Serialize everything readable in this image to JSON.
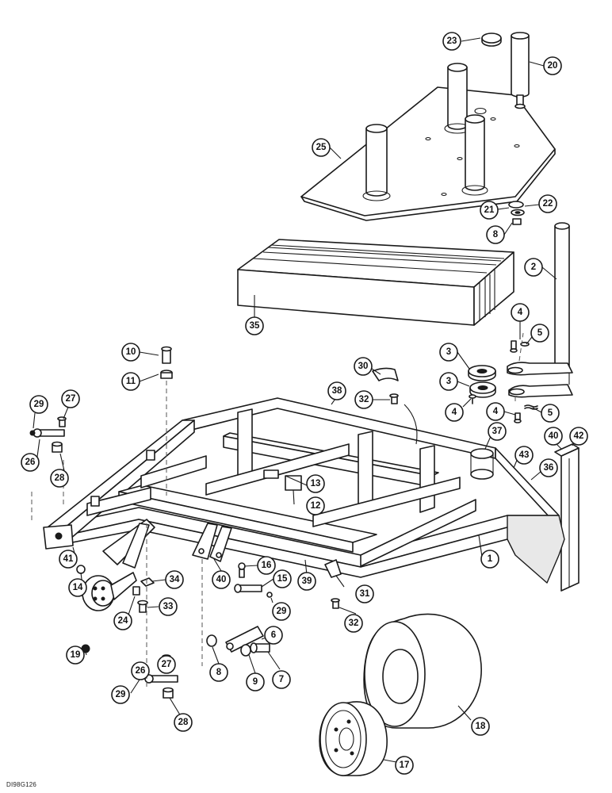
{
  "drawing_code": "DI98G126",
  "callouts": [
    "1",
    "2",
    "3",
    "4",
    "5",
    "6",
    "7",
    "8",
    "9",
    "10",
    "11",
    "12",
    "13",
    "14",
    "15",
    "16",
    "17",
    "18",
    "19",
    "20",
    "21",
    "22",
    "23",
    "24",
    "25",
    "26",
    "27",
    "28",
    "29",
    "30",
    "31",
    "32",
    "33",
    "34",
    "35",
    "36",
    "37",
    "38",
    "39",
    "40",
    "41",
    "42",
    "43"
  ],
  "colors": {
    "line": "#1a1a1a",
    "background": "#ffffff"
  }
}
